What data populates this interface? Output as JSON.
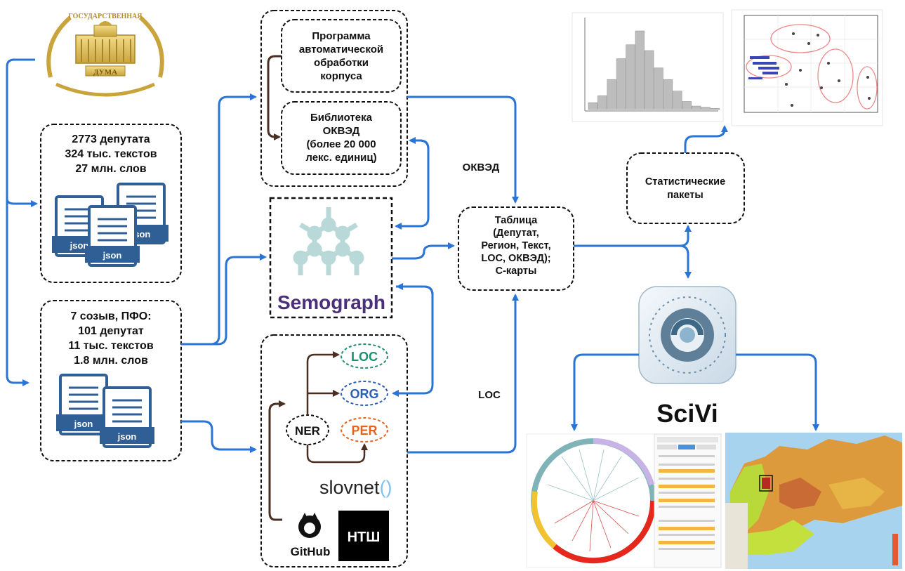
{
  "duma_logo": {
    "ring_text": "ГОСУДАРСТВЕННАЯ",
    "bottom_text": "ДУМА"
  },
  "corpus_full": {
    "lines": [
      "2773 депутата",
      "324 тыс. текстов",
      "27 млн. слов"
    ],
    "file_label": "json"
  },
  "corpus_pfo": {
    "lines": [
      "7 созыв, ПФО:",
      "101 депутат",
      "11 тыс. текстов",
      "1.8 млн. слов"
    ],
    "file_label": "json"
  },
  "program_box": {
    "lines": [
      "Программа",
      "автоматической",
      "обработки",
      "корпуса"
    ]
  },
  "library_box": {
    "lines": [
      "Библиотека",
      "ОКВЭД",
      "(более 20 000",
      "лекс. единиц)"
    ]
  },
  "semograph": {
    "label": "Semograph"
  },
  "ner": {
    "ner_label": "NER",
    "tags": [
      "LOC",
      "ORG",
      "PER"
    ],
    "slovnet_label": "slovnet",
    "slovnet_parens": "()",
    "github_label": "GitHub",
    "ntsh_label": "НТШ"
  },
  "edge_labels": {
    "okved": "ОКВЭД",
    "loc": "LOC"
  },
  "table_box": {
    "lines": [
      "Таблица",
      "(Депутат,",
      "Регион, Текст,",
      "LOC, ОКВЭД);",
      "С-карты"
    ]
  },
  "stats_box": {
    "lines": [
      "Статистические",
      "пакеты"
    ]
  },
  "scivi": {
    "label": "SciVi"
  },
  "histogram": {
    "values": [
      0.6,
      1.2,
      2.6,
      4.4,
      5.6,
      6.8,
      5.1,
      3.6,
      2.6,
      1.6,
      0.7,
      0.3,
      0.2,
      0.1
    ]
  },
  "colors": {
    "arrow": "#2a74d6",
    "dark_arrow": "#4a2e22",
    "loc_tag": "#1f8f72",
    "org_tag": "#2d5fb3",
    "per_tag": "#e2651b",
    "semograph_text": "#4a2f7a",
    "semograph_node": "#b9d9d9",
    "doc_blue": "#2f5f94"
  }
}
